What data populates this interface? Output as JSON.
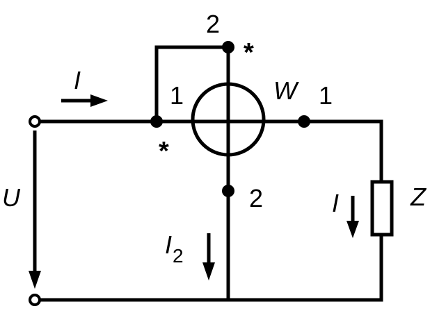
{
  "labels": {
    "current_main": "I",
    "current_load": "I",
    "current_voltage_coil": "I",
    "current_voltage_coil_sub": "2",
    "voltage": "U",
    "wattmeter": "W",
    "load": "Z",
    "terminal_current_in": "1",
    "terminal_current_out": "1",
    "terminal_voltage_top": "2",
    "terminal_voltage_bottom": "2",
    "star_top": "*",
    "star_left": "*"
  },
  "colors": {
    "ink": "#000000",
    "background": "#ffffff"
  }
}
